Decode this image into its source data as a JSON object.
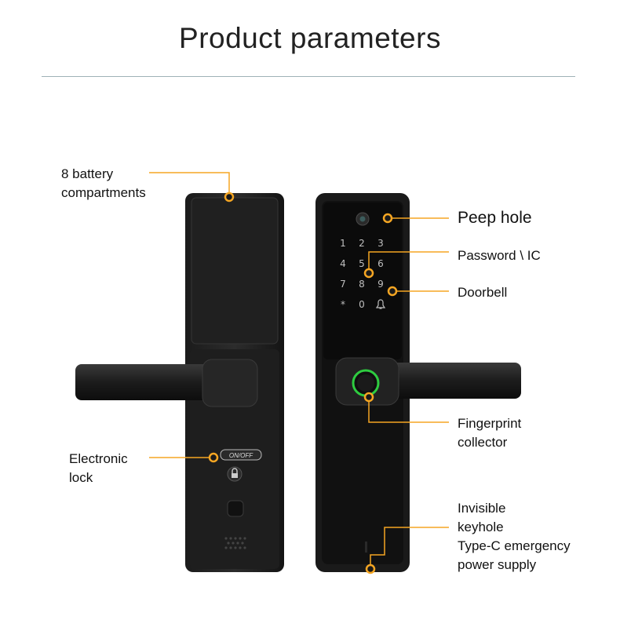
{
  "title": "Product parameters",
  "accent_color": "#f5a623",
  "keypad": [
    "1",
    "2",
    "3",
    "4",
    "5",
    "6",
    "7",
    "8",
    "9",
    "*",
    "0",
    "bell"
  ],
  "onoff_text": "ON/OFF",
  "callouts": {
    "battery": [
      "8 battery",
      "compartments"
    ],
    "electronic_lock": [
      "Electronic",
      "lock"
    ],
    "peep_hole": "Peep hole",
    "password": "Password \\ IC",
    "doorbell": "Doorbell",
    "fingerprint": [
      "Fingerprint",
      "collector"
    ],
    "keyhole": [
      "Invisible",
      "keyhole",
      "Type-C emergency",
      "power supply"
    ]
  }
}
